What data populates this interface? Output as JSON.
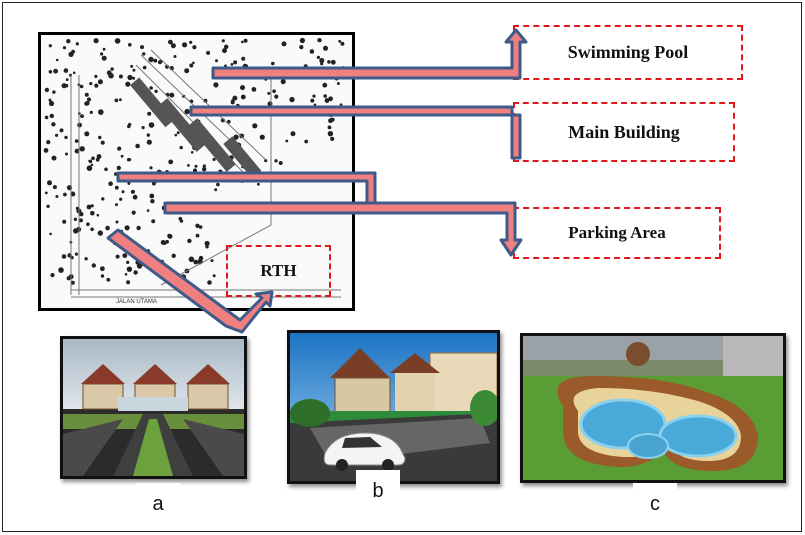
{
  "labels": {
    "swimming_pool": "Swimming Pool",
    "main_building": "Main Building",
    "parking_area": "Parking Area",
    "rth": "RTH"
  },
  "captions": {
    "a": "a",
    "b": "b",
    "c": "c"
  },
  "site_plan_text": "JALAN UTAMA",
  "colors": {
    "arrow_fill": "#f08080",
    "arrow_outline": "#3d5a8a",
    "label_border": "#e2161b"
  }
}
